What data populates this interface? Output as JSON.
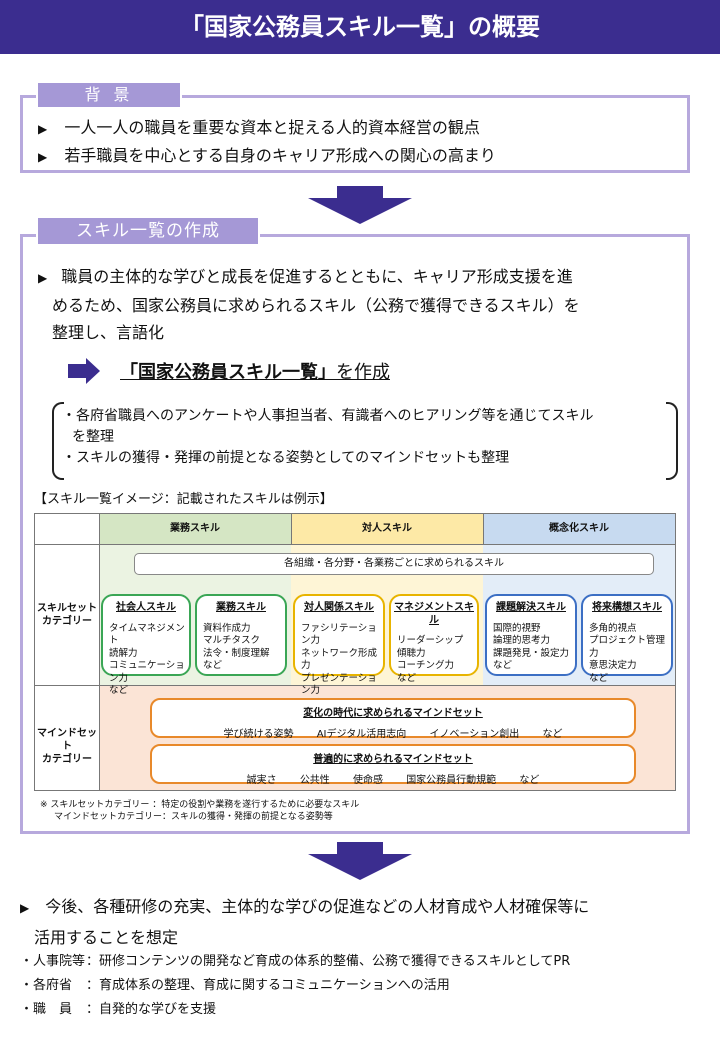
{
  "title": "「国家公務員スキル一覧」の概要",
  "background": {
    "label": "背 景",
    "bullets": [
      "一人一人の職員を重要な資本と捉える人的資本経営の観点",
      "若手職員を中心とする自身のキャリア形成への関心の高まり"
    ]
  },
  "creation": {
    "label": "スキル一覧の作成",
    "bullet_lines": [
      "職員の主体的な学びと成長を促進するとともに、キャリア形成支援を進",
      "めるため、国家公務員に求められるスキル（公務で獲得できるスキル）を",
      "整理し、言語化"
    ],
    "result_highlight": "「国家公務員スキル一覧」",
    "result_suffix": "を作成",
    "notes": [
      "・各府省職員へのアンケートや人事担当者、有識者へのヒアリング等を通じてスキル",
      "を整理",
      "・スキルの獲得・発揮の前提となる姿勢としてのマインドセットも整理"
    ],
    "image_caption": "【スキル一覧イメージ：記載されたスキルは例示】"
  },
  "table": {
    "headers": [
      "業務スキル",
      "対人スキル",
      "概念化スキル"
    ],
    "header_colors": [
      "#d5e6c4",
      "#fde9a6",
      "#c7daf0"
    ],
    "body_colors": [
      "#ebf3e2",
      "#fef5d6",
      "#e3edf8"
    ],
    "row1_label_lines": [
      "スキルセット",
      "カテゴリー"
    ],
    "row2_label_lines": [
      "マインドセット",
      "カテゴリー"
    ],
    "common_bar": "各組織・各分野・各業務ごとに求められるスキル",
    "skills": [
      {
        "title": "社会人スキル",
        "color": "#3aa655",
        "items": [
          "タイムマネジメント",
          "読解力",
          "コミュニケーション力",
          "など"
        ]
      },
      {
        "title": "業務スキル",
        "color": "#3aa655",
        "items": [
          "資料作成力",
          "マルチタスク",
          "法令・制度理解",
          "など"
        ]
      },
      {
        "title": "対人関係スキル",
        "color": "#e8b400",
        "items": [
          "ファシリテーション力",
          "ネットワーク形成力",
          "プレゼンテーション力",
          "など"
        ]
      },
      {
        "title": "マネジメントスキル",
        "color": "#e8b400",
        "items": [
          "リーダーシップ",
          "傾聴力",
          "コーチング力",
          "など"
        ]
      },
      {
        "title": "課題解決スキル",
        "color": "#3c6fc4",
        "items": [
          "国際的視野",
          "論理的思考力",
          "課題発見・設定力",
          "など"
        ]
      },
      {
        "title": "将来構想スキル",
        "color": "#3c6fc4",
        "items": [
          "多角的視点",
          "プロジェクト管理力",
          "意思決定力",
          "など"
        ]
      }
    ],
    "mindsets": [
      {
        "title": "変化の時代に求められるマインドセット",
        "items": [
          "学び続ける姿勢",
          "AIデジタル活用志向",
          "イノベーション創出",
          "など"
        ]
      },
      {
        "title": "普遍的に求められるマインドセット",
        "items": [
          "誠実さ",
          "公共性",
          "使命感",
          "国家公務員行動規範",
          "など"
        ]
      }
    ],
    "mind_bg": "#fbe4d6",
    "footnote_lines": [
      "※ スキルセットカテゴリー ：特定の役割や業務を遂行するために必要なスキル",
      "マインドセットカテゴリー：スキルの獲得・発揮の前提となる姿勢等"
    ]
  },
  "future": {
    "bullet_lines": [
      "今後、各種研修の充実、主体的な学びの促進などの人材育成や人材確保等に",
      "活用することを想定"
    ],
    "items": [
      {
        "who": "・人事院等",
        "what": "：研修コンテンツの開発など育成の体系的整備、公務で獲得できるスキルとしてPR"
      },
      {
        "who": "・各府省",
        "what": "：育成体系の整理、育成に関するコミュニケーションへの活用"
      },
      {
        "who": "・職　員",
        "what": "：自発的な学びを支援"
      }
    ]
  }
}
